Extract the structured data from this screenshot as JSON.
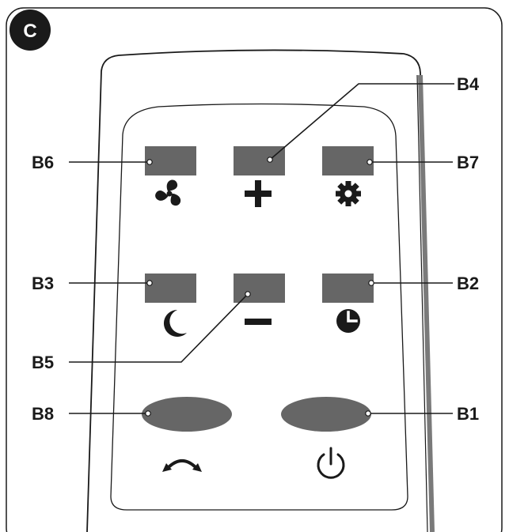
{
  "panel_badge": "C",
  "colors": {
    "button_fill": "#666666",
    "outline": "#1a1a1a",
    "badge_fill": "#1a1a1a",
    "side_edge": "#7a7a7a"
  },
  "callouts": {
    "b1": "B1",
    "b2": "B2",
    "b3": "B3",
    "b4": "B4",
    "b5": "B5",
    "b6": "B6",
    "b7": "B7",
    "b8": "B8"
  },
  "icons": [
    "fan-icon",
    "plus-icon",
    "gear-icon",
    "moon-icon",
    "minus-icon",
    "clock-icon",
    "swing-icon",
    "power-icon"
  ]
}
